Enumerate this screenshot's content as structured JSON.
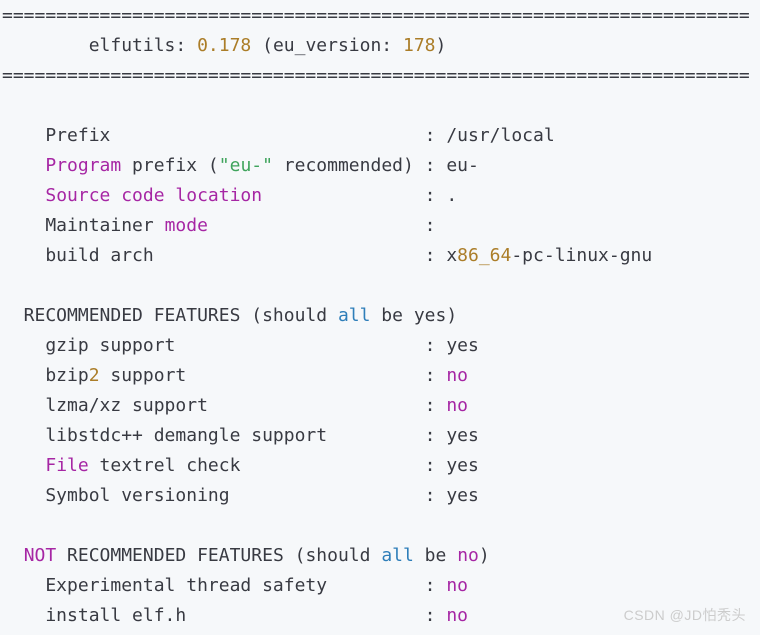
{
  "colors": {
    "background": "#f6f8fa",
    "default_text": "#383a42",
    "number": "#ab7d28",
    "keyword": "#a626a4",
    "string": "#3fa45c",
    "builtin": "#2e7eb9",
    "watermark": "#cccccc"
  },
  "watermark": {
    "text": "CSDN @JD怕秃头"
  },
  "code": {
    "lines": [
      [
        [
          "t",
          "====================================================================="
        ]
      ],
      [
        [
          "t",
          "        elfutils: "
        ],
        [
          "n",
          "0.178"
        ],
        [
          "t",
          " (eu_version: "
        ],
        [
          "n",
          "178"
        ],
        [
          "t",
          ")"
        ]
      ],
      [
        [
          "t",
          "====================================================================="
        ]
      ],
      [],
      [
        [
          "t",
          "    Prefix                             : /usr/local"
        ]
      ],
      [
        [
          "t",
          "    "
        ],
        [
          "k",
          "Program"
        ],
        [
          "t",
          " prefix ("
        ],
        [
          "s",
          "\"eu-\""
        ],
        [
          "t",
          " recommended) : eu-"
        ]
      ],
      [
        [
          "t",
          "    "
        ],
        [
          "k",
          "Source code location"
        ],
        [
          "t",
          "               : ."
        ]
      ],
      [
        [
          "t",
          "    Maintainer "
        ],
        [
          "k",
          "mode"
        ],
        [
          "t",
          "                    :"
        ]
      ],
      [
        [
          "t",
          "    build arch                         : x"
        ],
        [
          "n",
          "86_64"
        ],
        [
          "t",
          "-pc-linux-gnu"
        ]
      ],
      [],
      [
        [
          "t",
          "  RECOMMENDED FEATURES (should "
        ],
        [
          "b",
          "all"
        ],
        [
          "t",
          " be yes)"
        ]
      ],
      [
        [
          "t",
          "    gzip support                       : yes"
        ]
      ],
      [
        [
          "t",
          "    bzip"
        ],
        [
          "n",
          "2"
        ],
        [
          "t",
          " support                      : "
        ],
        [
          "k",
          "no"
        ]
      ],
      [
        [
          "t",
          "    lzma/xz support                    : "
        ],
        [
          "k",
          "no"
        ]
      ],
      [
        [
          "t",
          "    libstdc++ demangle support         : yes"
        ]
      ],
      [
        [
          "t",
          "    "
        ],
        [
          "k",
          "File"
        ],
        [
          "t",
          " textrel check                 : yes"
        ]
      ],
      [
        [
          "t",
          "    Symbol versioning                  : yes"
        ]
      ],
      [],
      [
        [
          "t",
          "  "
        ],
        [
          "k",
          "NOT"
        ],
        [
          "t",
          " RECOMMENDED FEATURES (should "
        ],
        [
          "b",
          "all"
        ],
        [
          "t",
          " be "
        ],
        [
          "k",
          "no"
        ],
        [
          "t",
          ")"
        ]
      ],
      [
        [
          "t",
          "    Experimental thread safety         : "
        ],
        [
          "k",
          "no"
        ]
      ],
      [
        [
          "t",
          "    install elf.h                      : "
        ],
        [
          "k",
          "no"
        ]
      ]
    ]
  }
}
